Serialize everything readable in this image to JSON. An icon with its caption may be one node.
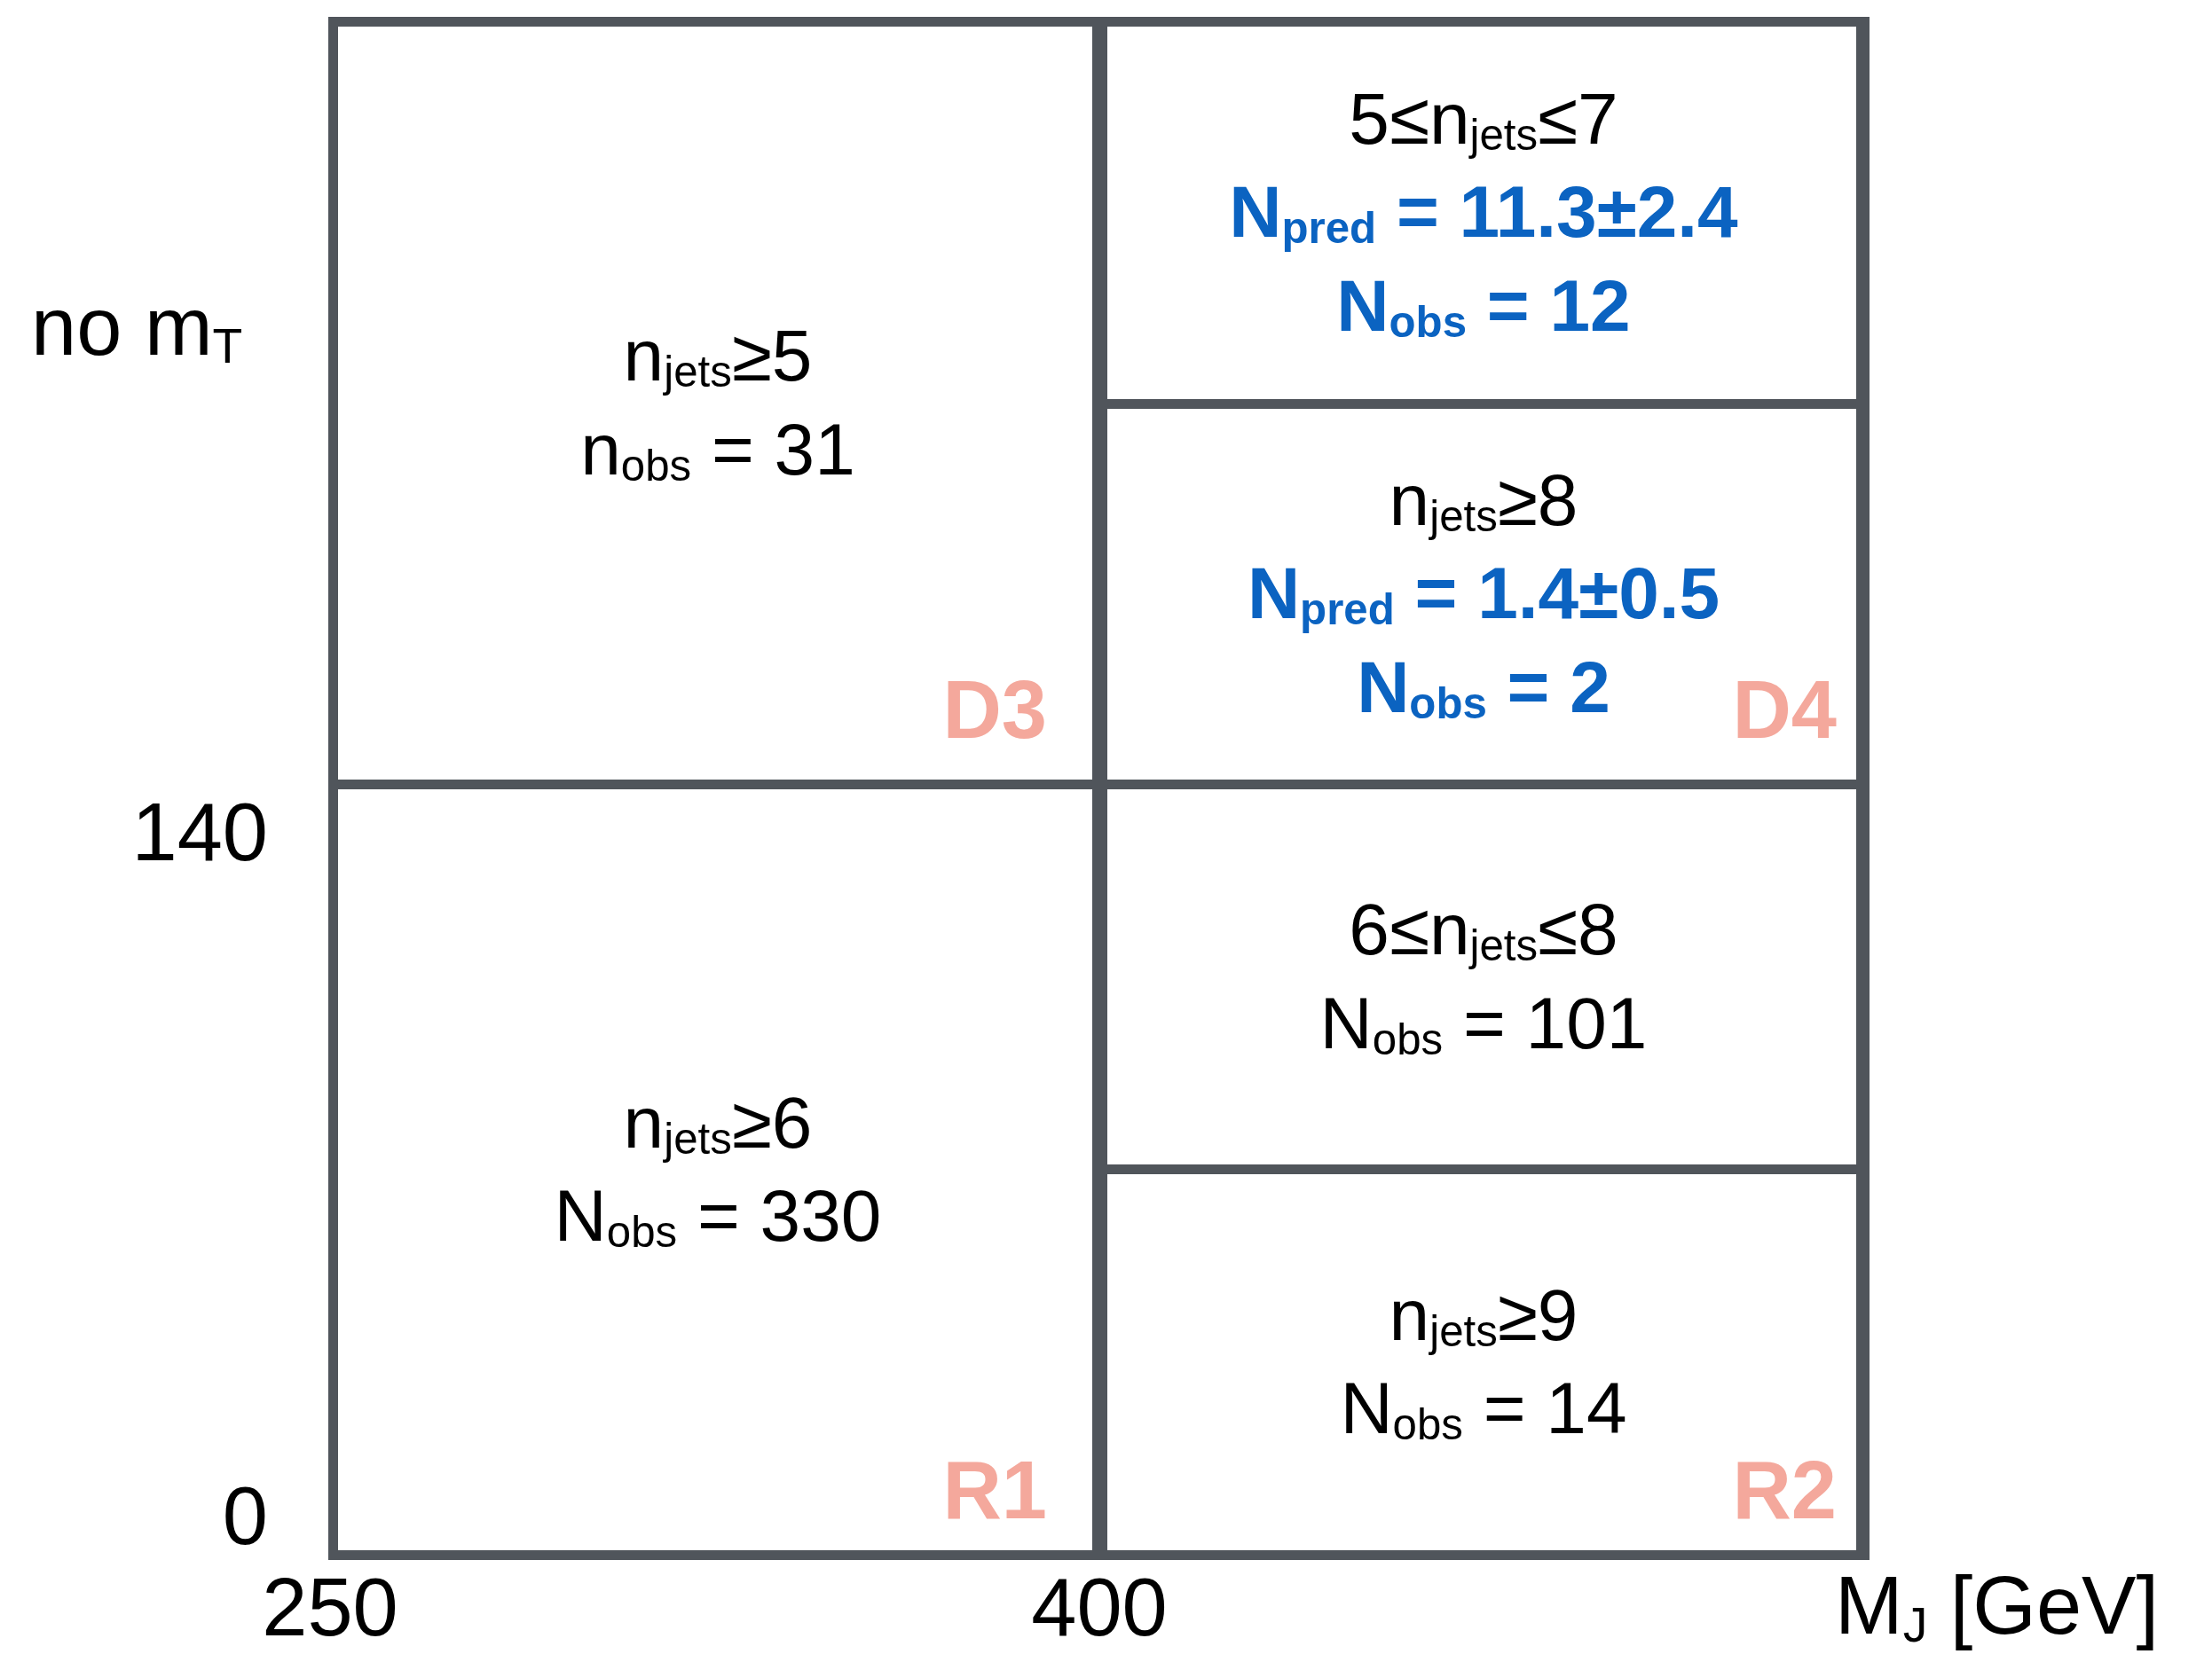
{
  "diagram": {
    "nodes": [
      {
        "text": [
          "n$_{jets}$≥5",
          "n$_{obs}$ = 31"
        ]
      },
      {
        "text": [
          "5≤n$_{jets}$≤7",
          "N$_{pred}$ = 11.3±2.4",
          "N$_{obs}$ = 12"
        ]
      },
      {
        "text": [
          "n$_{jets}$≥8",
          "N$_{pred}$ = 1.4±0.5",
          "N$_{obs}$ = 2"
        ]
      },
      {
        "text": [
          "n$_{jets}$≥6",
          "N$_{obs}$ = 330"
        ]
      },
      {
        "text": [
          "6≤n$_{jets}$≤8",
          "N$_{obs}$ = 101"
        ]
      },
      {
        "text": [
          "n$_{jets}$≥9",
          "N$_{obs}$ = 14"
        ]
      }
    ],
    "labels": [
      "no m$_{T}$",
      "D3",
      "D4",
      "140",
      "R1",
      "R2",
      "0",
      "250",
      "400",
      "M$_{J}$ [GeV]"
    ]
  }
}
